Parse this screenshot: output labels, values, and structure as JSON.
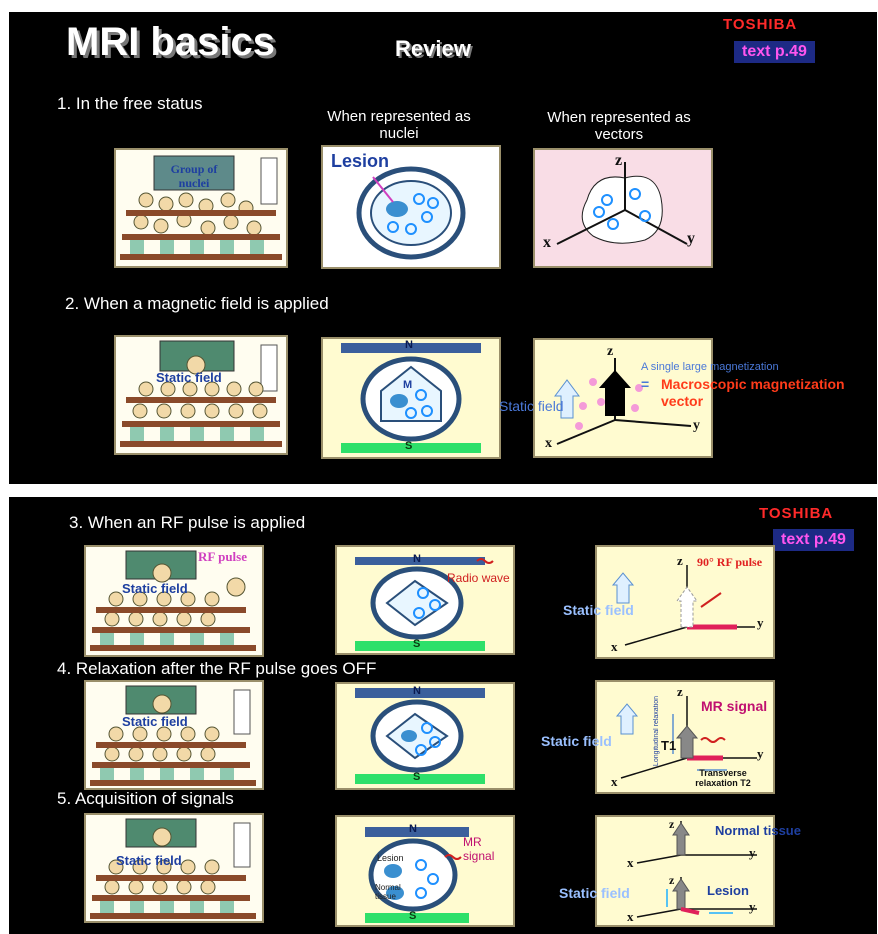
{
  "brand": "TOSHIBA",
  "slide1": {
    "title": "MRI basics",
    "subtitle": "Review",
    "text_ref": "text p.49",
    "step1": "1. In the free status",
    "col_nuclei": "When represented as nuclei",
    "col_vectors": "When represented as vectors",
    "group_of_nuclei": "Group of nuclei",
    "lesion": "Lesion",
    "axis_x": "x",
    "axis_y": "y",
    "axis_z": "z",
    "step2": "2. When a magnetic field is applied",
    "static_field": "Static field",
    "pole_n": "N",
    "pole_s": "S",
    "m_label": "M",
    "single_large": "A single large magnetization",
    "equals": "=",
    "macroscopic": "Macroscopic magnetization vector"
  },
  "slide2": {
    "text_ref": "text p.49",
    "step3": "3. When an RF pulse is applied",
    "rf_pulse": "RF pulse",
    "radio_wave": "Radio wave",
    "rf90": "90° RF pulse",
    "step4": "4. Relaxation after the RF pulse goes OFF",
    "longitudinal": "Longitudinal relaxation",
    "t1": "T1",
    "mr_signal": "MR signal",
    "transverse": "Transverse relaxation T2",
    "step5": "5. Acquisition of signals",
    "lesion": "Lesion",
    "normal_tissue": "Normal tissue",
    "static_field": "Static field",
    "pole_n": "N",
    "pole_s": "S",
    "axis_x": "x",
    "axis_y": "y",
    "axis_z": "z"
  },
  "colors": {
    "slide_bg": "#000000",
    "brand_red": "#ff2a2a",
    "ref_bg": "#1d2a85",
    "ref_text": "#ff55ee",
    "magnet_n": "#3b5f9c",
    "magnet_s": "#2ee06a",
    "panel_cream": "#fffbd0",
    "panel_pink": "#f9dde6",
    "label_blue": "#1e3fa0",
    "label_red": "#e02020",
    "label_pink": "#e0208a"
  }
}
